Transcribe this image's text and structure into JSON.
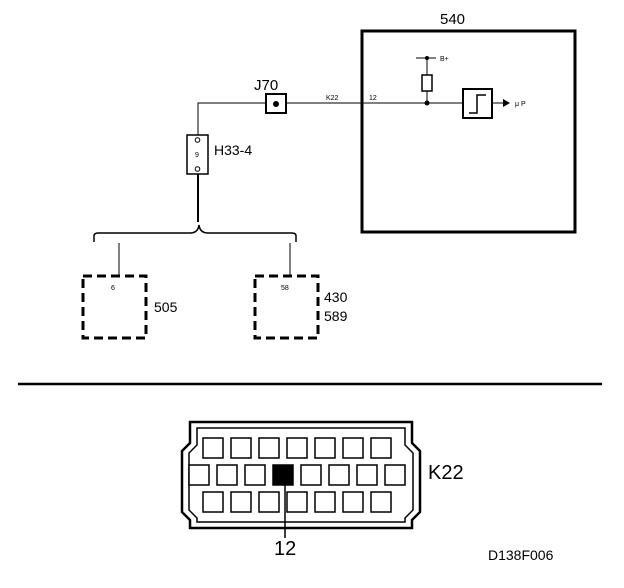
{
  "schematic": {
    "module_540": "540",
    "connector_j70": "J70",
    "wire_k22": "K22",
    "pin_12": "12",
    "supply_b_plus": "B+",
    "output_mu_p": "μ P",
    "connector_h33_4": "H33-4",
    "h33_pin": "9",
    "box_505_pin": "6",
    "box_505_label": "505",
    "box_430_pin": "58",
    "box_430_label_a": "430",
    "box_430_label_b": "589"
  },
  "connector_view": {
    "name": "K22",
    "highlighted_pin": "12",
    "rows": [
      7,
      8,
      7
    ]
  },
  "figure_ref": "D138F006"
}
